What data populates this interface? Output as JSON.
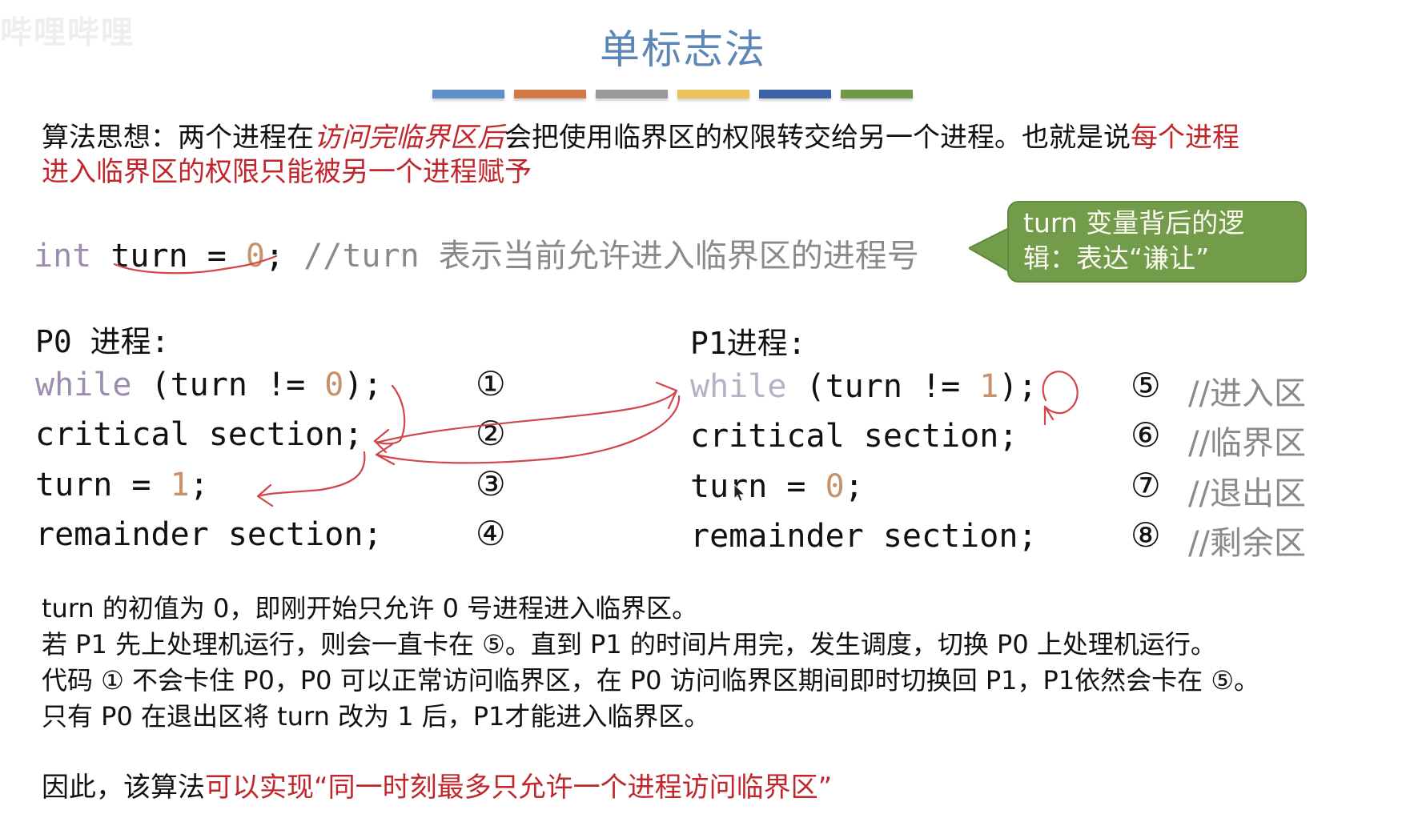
{
  "watermark": "哔哩哔哩",
  "slide": {
    "title": "单标志法",
    "bar_colors": [
      "#5f8fc9",
      "#d27a45",
      "#9a9a9a",
      "#eec25a",
      "#3e62a8",
      "#71974a"
    ],
    "idea": {
      "label": "算法思想：两个进程在",
      "emph1": "访问完临界区后",
      "mid": "会把使用临界区的权限转交给另一个进程。也就是说",
      "emph2_line1": "每个进程",
      "emph2_line2": "进入临界区的权限只能被另一个进程赋予"
    },
    "decl": {
      "kw": "int",
      "var": " turn = ",
      "val": "0",
      "semi": ";",
      "comment": " //turn 表示当前允许进入临界区的进程号"
    },
    "callout": {
      "text": "turn 变量背后的逻辑：表达“谦让”",
      "bg": "#729b4a"
    },
    "p0": {
      "header": "P0 进程:",
      "rows": [
        {
          "kw": "while",
          "rest": " (turn != ",
          "val": "0",
          "end": ");",
          "circle": "①"
        },
        {
          "code": "critical section;",
          "circle": "②"
        },
        {
          "code": "turn = ",
          "val": "1",
          "end": ";",
          "circle": "③"
        },
        {
          "code": "remainder section;",
          "circle": "④"
        }
      ]
    },
    "p1": {
      "header": "P1进程:",
      "rows": [
        {
          "kw": "while",
          "rest": " (turn != ",
          "val": "1",
          "end": ");",
          "circle": "⑤",
          "comment": "//进入区"
        },
        {
          "code": "critical section;",
          "circle": "⑥",
          "comment": "//临界区"
        },
        {
          "code": "turn = ",
          "val": "0",
          "end": ";",
          "circle": "⑦",
          "comment": "//退出区"
        },
        {
          "code": "remainder section;",
          "circle": "⑧",
          "comment": "//剩余区"
        }
      ]
    },
    "explanation": [
      "turn 的初值为 0，即刚开始只允许 0 号进程进入临界区。",
      "若 P1 先上处理机运行，则会一直卡在 ⑤。直到 P1 的时间片用完，发生调度，切换 P0 上处理机运行。",
      "代码 ① 不会卡住 P0，P0 可以正常访问临界区，在 P0 访问临界区期间即时切换回 P1，P1依然会卡在 ⑤。",
      "只有 P0 在退出区将 turn 改为 1 后，P1才能进入临界区。"
    ],
    "conclusion": {
      "prefix": "因此，该算法",
      "emph": "可以实现“同一时刻最多只允许一个进程访问临界区”"
    }
  }
}
